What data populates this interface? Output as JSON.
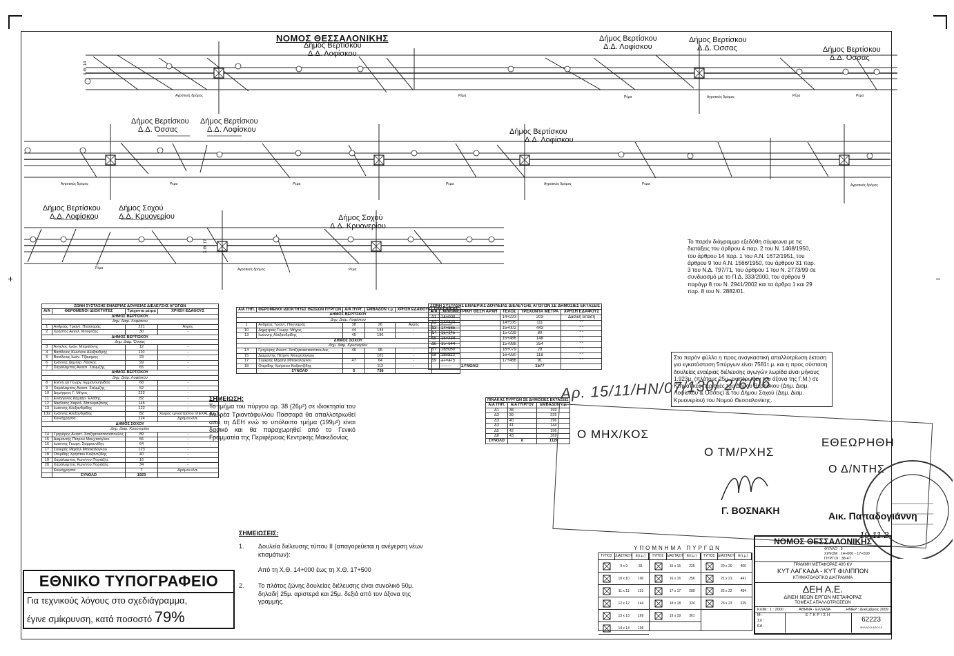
{
  "prefecture_title": "ΝΟΜΟΣ ΘΕΣΣΑΛΟΝΙΚΗΣ",
  "strip1": {
    "labels": [
      {
        "l1": "Δήμος Βερτίσκου",
        "l2": "Δ.Δ. Λοφίσκου"
      },
      {
        "l1": "Δήμος Βερτίσκου",
        "l2": "Δ.Δ. Λοφίσκου"
      },
      {
        "l1": "Δήμος Βερτίσκου",
        "l2": "Δ.Δ. Όσσας"
      },
      {
        "l1": "Δήμος Βερτίσκου",
        "l2": "Δ.Δ. Όσσας"
      }
    ],
    "km_label": "Χ.Θ. 14",
    "notes": [
      "Αγροτικός δρόμος",
      "Ρέμα",
      "Ρέμα",
      "Αγροτικός δρόμος",
      "Ρέμα",
      "Ρέμα"
    ]
  },
  "strip2": {
    "labels": [
      {
        "l1": "Δήμος Βερτίσκου",
        "l2": "Δ.Δ. Όσσας"
      },
      {
        "l1": "Δήμος Βερτίσκου",
        "l2": "Δ.Δ. Λοφίσκου"
      },
      {
        "l1": "Δήμος Βερτίσκου",
        "l2": "Δ.Δ. Λοφίσκου"
      }
    ],
    "notes": [
      "Αγροτικός δρόμος",
      "Ρέμα",
      "Ρέμα",
      "Ρέμα",
      "Αγροτικός δρόμος",
      "Ρέμα",
      "Αγροτικός δρόμος"
    ]
  },
  "strip3": {
    "labels": [
      {
        "l1": "Δήμος Βερτίσκου",
        "l2": "Δ.Δ. Λοφίσκου"
      },
      {
        "l1": "Δήμος Σοχού",
        "l2": "Δ.Δ. Κρυονερίου"
      },
      {
        "l1": "Δήμος Σοχού",
        "l2": "Δ.Δ. Κρυονερίου"
      }
    ],
    "km_label": "Χ.Θ. 17",
    "notes": [
      "Ρέμα",
      "Αγροτικός δρόμος",
      "Ρέμα"
    ]
  },
  "legal_note": "Το παρόν διάγραμμα εξεδόθη σύμφωνα με τις διατάξεις του άρθρου 4 παρ. 2 του Ν. 1468/1950, του άρθρου 14 παρ. 1 του Α.Ν. 1672/1951, του άρθρου 9 του Α.Ν. 1566/1950, του άρθρου 31 παρ. 3 του Ν.Δ. 797/71, του άρθρου 1 του Ν. 2773/99 σε συνδυασμό με το Π.Δ. 333/2000, του άρθρου 9 παράγρ 8 του Ν. 2941/2002 και τα άρθρα 1 και 29 παρ. 8 του Ν. 2882/01.",
  "expropriation_note": "Στο παρόν φύλλο η προς αναγκαστική απαλλοτρίωση έκταση για εγκατάσταση 5πύργων είναι 7581τ.μ. και η προς σύσταση δουλείας εναέριας διέλευσης αγωγών λωρίδα είναι μήκους 1.923μ. (πλάτους 25μ. εκατέρωθεν του άξονα της Γ.Μ.) σε Κτηματικές περιοχές του Δήμου Βερτίσκου (Δημ. Διαμ. Λοφίσκου & Όσσας) & του Δήμου Σοχού (Δημ. Διαμ. Κρυονερίου) του Νομού Θεσσαλονίκης.",
  "table1": {
    "caption": "ΖΩΝΗ ΣΥΣΤΑΣΗΣ ΕΝΑΕΡΙΑΣ ΔΟΥΛΕΙΑΣ ΔΙΕΛΕΥΣΗΣ ΑΓΩΓΩΝ",
    "headers": [
      "Α/Α",
      "ΦΕΡΟΜΕΝΟΙ ΙΔΙΟΚΤΗΤΕΣ",
      "Τρέχοντα μέτρα",
      "ΧΡΗΣΗ ΕΔΑΦΟΥΣ"
    ],
    "rows": [
      {
        "g": "ΔΗΜΟΣ ΒΕΡΤΙΣΚΟΥ"
      },
      {
        "s": "Δημ. Διαμ. Λοφίσκου"
      },
      {
        "c": [
          "1",
          "Ανδρέας Τριαντ. Πασσαράς",
          "221",
          "Αγρός"
        ]
      },
      {
        "c": [
          "2",
          "Χρήστος Αγγελ. Μούρτζης",
          "30",
          "-"
        ]
      },
      {
        "g": "ΔΗΜΟΣ ΒΕΡΤΙΣΚΟΥ"
      },
      {
        "s": "Δημ. Διαμ. Όσσας"
      },
      {
        "c": [
          "3",
          "Άγγελος Ιωάν. Μπραϊόνης",
          "12",
          "-"
        ]
      },
      {
        "c": [
          "4",
          "Βασίλειος Κων/νου Αλεξανδρής",
          "110",
          "-"
        ]
      },
      {
        "c": [
          "5",
          "Βασίλειος Ιωάν. Τζάμηρης",
          "23",
          "-"
        ]
      },
      {
        "c": [
          "6",
          "Ιωάννης Δημητρ. Λάσκος",
          "99",
          "-"
        ]
      },
      {
        "c": [
          "7",
          "Χαράλαμπος Αναστ. Σαλιμζής",
          "65",
          "-"
        ]
      },
      {
        "g": "ΔΗΜΟΣ ΒΕΡΤΙΣΚΟΥ"
      },
      {
        "s": "Δημ. Διαμ. Λοφίσκου"
      },
      {
        "c": [
          "8",
          "Ελένη χα Γεωργ. Εμμανουηλίδου",
          "68",
          "-"
        ]
      },
      {
        "c": [
          "9",
          "Χαράλαμπος Αναστ. Σαλιμζής",
          "52",
          "-"
        ]
      },
      {
        "c": [
          "10",
          "Δημήτριος Γ. Μήγος",
          "222",
          "-"
        ]
      },
      {
        "c": [
          "11",
          "Ευάγγελος Δημητρ. Ελάθης",
          "82",
          "-"
        ]
      },
      {
        "c": [
          "12",
          "Νικόλαος Χαραλ. Μπουραζάνης",
          "146",
          "-"
        ]
      },
      {
        "c": [
          "13",
          "Ιωάννης Αλεξανδρίδης",
          "122",
          "-"
        ]
      },
      {
        "c": [
          "13α",
          "Ιωάννης Αλεξανδρίδης",
          "82",
          "Χώρος εργοστασίου VIEXAL A.E."
        ]
      },
      {
        "c": [
          "",
          "Κοινόχρηστα",
          "124",
          "Δρόμοι κλπ."
        ]
      },
      {
        "g": "ΔΗΜΟΣ ΣΟΧΟΥ"
      },
      {
        "s": "Δημ. Διαμ. Κρυονερίου"
      },
      {
        "c": [
          "14",
          "Γρηγόρης Αναστ. Χατζηαναστασόπουλος",
          "89",
          "-"
        ]
      },
      {
        "c": [
          "15",
          "Διαμαντής Πέτρου Μουχτσόγλου",
          "56",
          "-"
        ]
      },
      {
        "c": [
          "16",
          "Ιωάννης Γεωργ. Σαμμουνίδης",
          "64",
          "-"
        ]
      },
      {
        "c": [
          "17",
          "Συγκρής Μιχαήλ Μπακαλόγλου",
          "123",
          "-"
        ]
      },
      {
        "c": [
          "18",
          "Οτερίδης Χρήστου Καζαντζίδης",
          "40",
          "-"
        ]
      },
      {
        "c": [
          "19",
          "Χαράλαμπος Κων/νου Ποριάζής",
          "16",
          "-"
        ]
      },
      {
        "c": [
          "20",
          "Χαράλαμπος Κων/νου Ποριάζής",
          "34",
          "-"
        ]
      },
      {
        "c": [
          "",
          "Κοινόχρηστα",
          "7",
          "Δρόμοι κλπ."
        ]
      },
      {
        "t": [
          "",
          "ΣΥΝΟΛΟ",
          "1923",
          ""
        ]
      }
    ]
  },
  "table2": {
    "headers": [
      "Α/Α ΓΗΠ.",
      "ΦΕΡΟΜΕΝΟΙ ΙΔΙΟΚΤΗΤΕΣ ΘΕΣΕΩΝ ΠΥΡΓΩΝ",
      "Α/Α ΠΥΡΓ.",
      "ΕΜΒΑΔΟΝ τ.μ.",
      "ΧΡΗΣΗ ΕΔΑΦΟΥΣ",
      "ΕΠΙΚΕΙΜΕΝΑ"
    ],
    "rows": [
      {
        "g": "ΔΗΜΟΣ ΒΕΡΤΙΣΚΟΥ"
      },
      {
        "s": "Δημ. Διαμ. Λοφίσκου"
      },
      {
        "c": [
          "1",
          "Ανδρέας Τριαντ. Πασσαράς",
          "38",
          "26",
          "Αγρός",
          "———"
        ]
      },
      {
        "c": [
          "10",
          "Δημήτριος Γεωργ. Μήγος",
          "44",
          "144",
          "-",
          "———"
        ]
      },
      {
        "c": [
          "13",
          "Ιωάννης Αλεξανδρίδης",
          "45",
          "196",
          "-",
          "———"
        ]
      },
      {
        "g": "ΔΗΜΟΣ ΣΟΧΟΥ"
      },
      {
        "s": "Δημ. Διαμ. Κρυονερίου"
      },
      {
        "c": [
          "14",
          "Γρηγόρης Αναστ. Χατζηαναστασόπουλος",
          "46",
          "95",
          "-",
          "———"
        ]
      },
      {
        "c": [
          "15",
          "Διαμαντής Πέτρου Μουχτσόγλου",
          "",
          "101",
          "-",
          "———"
        ]
      },
      {
        "c": [
          "17",
          "Συγκρής Μιχαήλ Μπακαλόγλου",
          "47",
          "64",
          "-",
          "———"
        ]
      },
      {
        "c": [
          "18",
          "Οτερίδης Χρήστου Καζαντζίδης",
          "",
          "112",
          "-",
          "———"
        ]
      },
      {
        "t": [
          "",
          "ΣΥΝΟΛΟ",
          "5",
          "738",
          "",
          ""
        ]
      }
    ]
  },
  "table3": {
    "caption": "ΖΩΝΗ ΣΥΣΤΑΣΗΣ ΕΝΑΕΡΙΑΣ ΔΟΥΛΕΙΑΣ ΔΙΕΛΕΥΣΗΣ ΑΓΩΓΩΝ ΣΕ ΔΗΜΟΣΙΕΣ ΕΚΤΑΣΕΙΣ",
    "headers": [
      "Α/Α",
      "ΧΙΛΙΟΜΕΤΡΙΚΗ ΘΕΣΗ ΑΡΧΗ",
      "ΤΕΛΟΣ",
      "ΤΡΕΧΟΝΤΑ ΜΕΤΡΑ",
      "ΧΡΗΣΗ ΕΔΑΦΟΥΣ"
    ],
    "rows": [
      {
        "c": [
          "Δ1",
          "14+000",
          "14+223",
          "203",
          "Δασική έκταση"
        ]
      },
      {
        "c": [
          "Δ2",
          "14+424",
          "14+535",
          "111",
          "\"   \""
        ]
      },
      {
        "c": [
          "Δ3",
          "14+565",
          "15+002",
          "443",
          "\"   \""
        ]
      },
      {
        "c": [
          "Δ4",
          "15+145",
          "15+239",
          "80",
          "\"   \""
        ]
      },
      {
        "c": [
          "Δ5",
          "15+338",
          "15+486",
          "148",
          "\"   \""
        ]
      },
      {
        "c": [
          "Δ6",
          "15+644",
          "15+998",
          "354",
          "\"   \""
        ]
      },
      {
        "c": [
          "Δ7",
          "16+050",
          "16+079",
          "29",
          "\"   \""
        ]
      },
      {
        "c": [
          "Δ8",
          "16+812",
          "16+930",
          "118",
          "\"   \""
        ]
      },
      {
        "c": [
          "Δ9",
          "17+375",
          "17+466",
          "91",
          "\"   \""
        ]
      },
      {
        "t": [
          "",
          "ΣΥΝΟΛΟ",
          "",
          "1577",
          ""
        ]
      }
    ]
  },
  "table4": {
    "caption": "ΠΙΝΑΚΑΣ ΠΥΡΓΩΝ ΣΕ ΔΗΜΟΣΙΕΣ ΕΚΤΑΣΕΙΣ",
    "headers": [
      "Α/Α ΓΗΠ.",
      "Α/Α ΠΥΡΓΟΥ",
      "ΕΜΒΑΔΟΝ τ.μ."
    ],
    "rows": [
      {
        "c": [
          "Δ1",
          "38",
          "199"
        ]
      },
      {
        "c": [
          "Δ3",
          "39",
          "225"
        ]
      },
      {
        "c": [
          "Δ3",
          "40",
          "196"
        ]
      },
      {
        "c": [
          "Δ3",
          "41",
          "144"
        ]
      },
      {
        "c": [
          "Δ5",
          "42",
          "196"
        ]
      },
      {
        "c": [
          "Δ8",
          "43",
          "169"
        ]
      },
      {
        "t": [
          "ΣΥΝΟΛΟ",
          "6",
          "1129"
        ]
      }
    ]
  },
  "note1_title": "ΣΗΜΕΙΩΣΗ:",
  "note1_text": "Το τμήμα του πύργου αρ. 38 (26μ²) σε ιδιοκτησία του Ανδρέα Τριαντάφυλλου Πασσαρά θα απαλλοτριωθεί από τη ΔΕΗ ενώ το υπόλοιπο τμήμα (199μ²) είναι δασικό και θα παραχωρηθεί από το Γενικό Γραμματέα της Περιφέρειας Κεντρικής Μακεδονίας.",
  "notes2_title": "ΣΗΜΕΙΩΣΕΙΣ:",
  "notes2": [
    {
      "n": "1.",
      "a": "Δουλεία διέλευσης τύπου ΙΙ (απαγορεύεται η ανέγερση νέων κτισμάτων):",
      "b": "Από τη Χ.Θ. 14+000 έως τη Χ.Θ. 17+500"
    },
    {
      "n": "2.",
      "a": "Το πλάτος ζώνης δουλείας διέλευσης είναι συνολικό 50μ. δηλαδή 25μ. αριστερά και 25μ. δεξιά από τον άξονα της γραμμής.",
      "b": ""
    }
  ],
  "ethniko": {
    "title": "ΕΘΝΙΚΟ ΤΥΠΟΓΡΑΦΕΙΟ",
    "line1": "Για τεχνικούς λόγους στο σχεδιάγραμμα,",
    "line2": "έγινε σμίκρυνση, κατά ποσοστό",
    "percent": "79%"
  },
  "stamps": {
    "handwritten": "Αρ. 15/11/ΗΝ/07/130/ 2/6/06",
    "mhx": "Ο ΜΗΧ/ΚΟΣ",
    "tmrxhs": "Ο ΤΜ/ΡΧΗΣ",
    "ethewrhthh": "ΕΘΕΩΡΗΘΗ",
    "dnths": "Ο Δ/ΝΤΗΣ",
    "name1": "Γ. ΒΟΣΝΑΚΗ",
    "name2": "Αικ. Παπαδογιάννη",
    "date": "19.11.2"
  },
  "legend": {
    "title": "ΥΠΟΜΝΗΜΑ ΠΥΡΓΩΝ",
    "headers": [
      "ΤΥΠΟΣ",
      "ΔΙΑΣΤΑΣΗ",
      "Ε(τ.μ.)"
    ],
    "cols": [
      [
        [
          "9 x 9",
          "81"
        ],
        [
          "10 x 10",
          "100"
        ],
        [
          "11 x 11",
          "121"
        ],
        [
          "12 x 12",
          "144"
        ],
        [
          "13 x 13",
          "169"
        ],
        [
          "14 x 14",
          "196"
        ]
      ],
      [
        [
          "15 x 15",
          "225"
        ],
        [
          "16 x 16",
          "256"
        ],
        [
          "17 x 17",
          "289"
        ],
        [
          "18 x 18",
          "324"
        ],
        [
          "19 x 19",
          "361"
        ]
      ],
      [
        [
          "20 x 20",
          "400"
        ],
        [
          "21 x 21",
          "441"
        ],
        [
          "22 x 22",
          "484"
        ],
        [
          "23 x 23",
          "529"
        ]
      ]
    ]
  },
  "titleblock": {
    "nomos": "ΝΟΜΟΣ ΘΕΣΣΑΛΟΝΙΚΗΣ",
    "fyllo": "ΦΥΛΛΟ : 5",
    "xiliom": "ΧΙΛΙΟΜ : 14+000 - 17+500",
    "pyrgoi": "ΠΥΡΓΟΙ : 38-47",
    "line1": "ΓΡΑΜΜΗ ΜΕΤΑΦΟΡΑΣ 400 KV",
    "line2": "ΚΥΤ ΛΑΓΚΑΔΑ - ΚΥΤ ΦΙΛΙΠΠΩΝ",
    "line3": "ΚΤΗΜΑΤΟΛΟΓΙΚΟ ΔΙΑΓΡΑΜΜΑ",
    "dei": "ΔΕΗ Α.Ε.",
    "dnsh": "Δ/ΝΣΗ ΝΕΩΝ ΕΡΓΩΝ ΜΕΤΑΦΟΡΑΣ",
    "tomeas": "ΤΟΜΕΑΣ ΑΠΑΛΛΟΤΡΙΩΣΕΩΝ",
    "klim": "ΚΛΙΜ : 1 : 2000",
    "place": "ΑΘΗΝΑ - ΕΛΛΑΔΑ",
    "date": "ΗΜΕΡ : Δεκέμβριος 2009",
    "sx": "ΣΧ :",
    "egkrish": "ΕΓΚΡΙΣΗ",
    "ea": "ΕΑ :",
    "m": "Μ :",
    "number": "62223",
    "footer": "ΦΥΛΛΟ 5 ΑΠΟ 10"
  }
}
